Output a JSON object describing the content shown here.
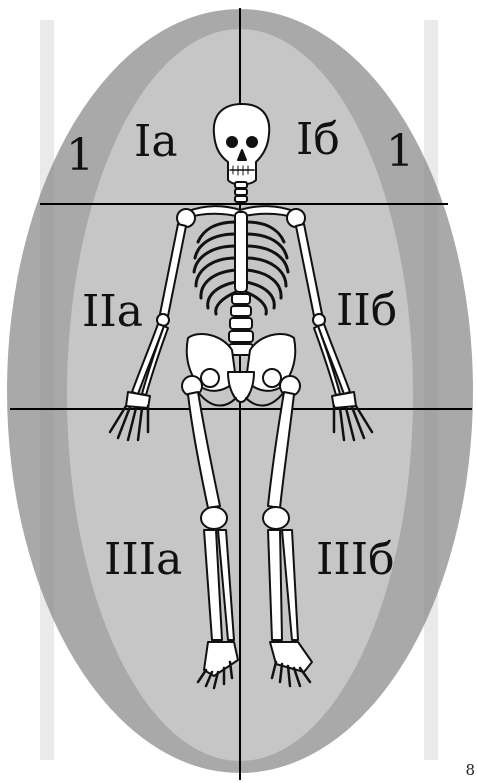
{
  "colors": {
    "outer_ellipse": "#a9a9a9",
    "inner_zone": "#c6c6c6",
    "lines": "#000000",
    "bone_fill": "#ffffff",
    "bone_stroke": "#111111"
  },
  "labels": {
    "side_left": "1",
    "side_right": "1",
    "upper_left": "Iа",
    "upper_right": "Iб",
    "middle_left": "IIа",
    "middle_right": "IIб",
    "lower_left": "IIIа",
    "lower_right": "IIIб"
  },
  "page_number": "8",
  "figure": {
    "subject": "human-skeleton",
    "icon": "skeleton-icon"
  }
}
